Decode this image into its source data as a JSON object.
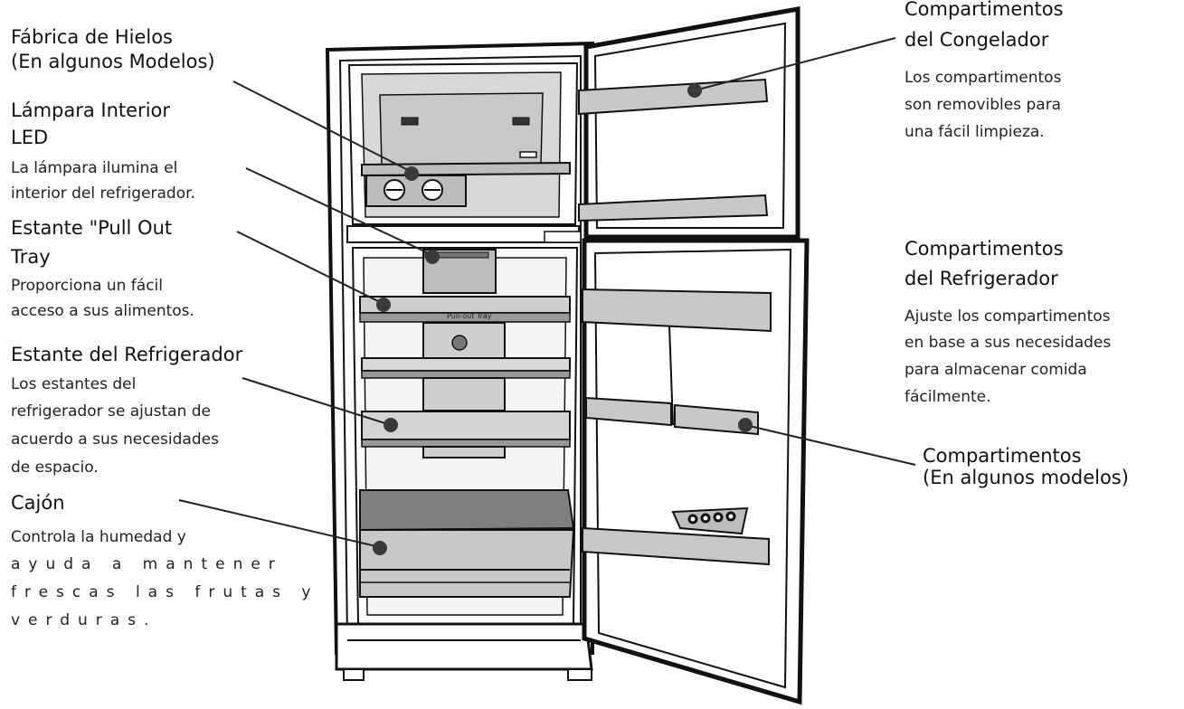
{
  "callouts": {
    "ice_maker": {
      "title_1": "Fábrica de Hielos",
      "title_2": "(En algunos Modelos)"
    },
    "led_lamp": {
      "title_1": "Lámpara Interior",
      "title_2": "LED",
      "desc_1": "La lámpara ilumina el",
      "desc_2": "interior del refrigerador."
    },
    "pull_out_tray": {
      "title_1": "Estante \"Pull Out",
      "title_2": "Tray",
      "desc_1": "Proporciona un fácil",
      "desc_2": "acceso a sus alimentos."
    },
    "fridge_shelf": {
      "title": "Estante del Refrigerador",
      "desc_1": "Los estantes del",
      "desc_2": "refrigerador se ajustan de",
      "desc_3": "acuerdo a sus necesidades",
      "desc_4": "de espacio."
    },
    "drawer": {
      "title": "Cajón",
      "desc_1": "Controla la humedad y",
      "desc_2": "ayuda a mantener",
      "desc_3": "frescas las frutas y",
      "desc_4": "verduras."
    },
    "freezer_bins": {
      "title_1": "Compartimentos",
      "title_2": "del Congelador",
      "desc_1": "Los compartimentos",
      "desc_2": "son removibles para",
      "desc_3": "una fácil limpieza."
    },
    "fridge_bins": {
      "title_1": "Compartimentos",
      "title_2": "del Refrigerador",
      "desc_1": "Ajuste los compartimentos",
      "desc_2": "en base a sus necesidades",
      "desc_3": "para almacenar comida",
      "desc_4": "fácilmente."
    },
    "optional_bins": {
      "title_1": "Compartimentos",
      "title_2": "(En algunos modelos)"
    }
  },
  "shelf_text": "Pull-out Tray",
  "colors": {
    "line": "#111111",
    "fill": "#d6d6d6",
    "dark_fill": "#a9a9a9",
    "dot": "#3a3a3a"
  }
}
